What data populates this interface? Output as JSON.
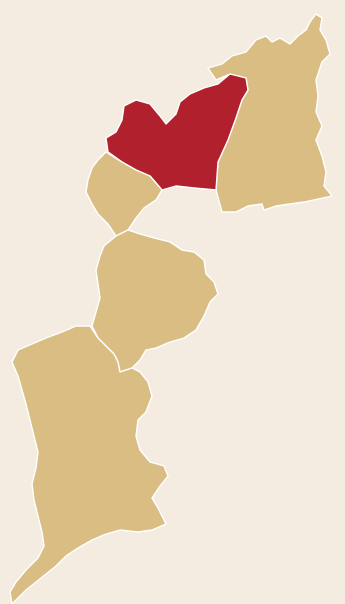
{
  "map": {
    "colors": {
      "background": "#f4ece1",
      "region_fill": "#d9bd83",
      "highlight_fill": "#b0202d",
      "border": "#ffffff"
    },
    "highlighted_district": "north-central",
    "districts": [
      {
        "id": "north-central",
        "highlighted": true
      },
      {
        "id": "north-east",
        "highlighted": false
      },
      {
        "id": "north-west-small",
        "highlighted": false
      },
      {
        "id": "central",
        "highlighted": false
      },
      {
        "id": "south",
        "highlighted": false
      }
    ]
  }
}
